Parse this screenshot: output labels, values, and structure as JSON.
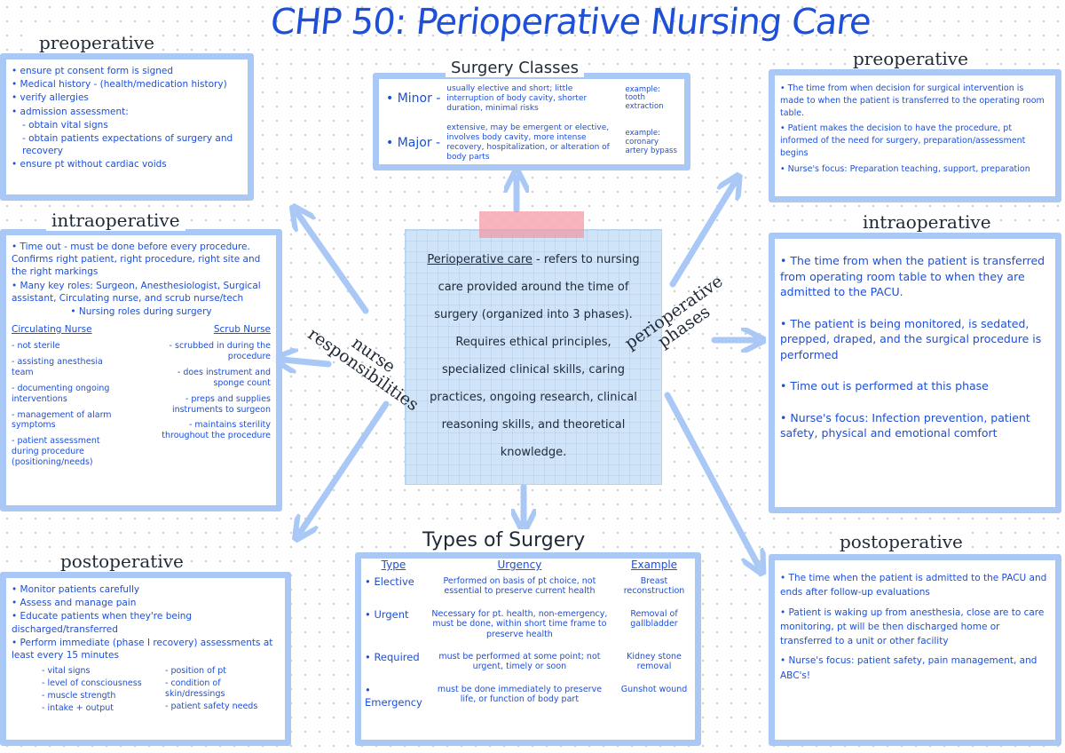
{
  "title": "CHP 50: Perioperative Nursing Care",
  "center": {
    "term": "Perioperative care",
    "definition": " - refers to nursing care provided around the time of surgery (organized into 3 phases). Requires ethical principles, specialized clinical skills, caring practices, ongoing research, clinical reasoning skills, and theoretical knowledge."
  },
  "labels": {
    "nurse_responsibilities": "nurse responsibilities",
    "perioperative_phases": "perioperative phases"
  },
  "left_preoperative": {
    "heading": "preoperative",
    "items": [
      "• ensure pt consent form is signed",
      "• Medical history - (health/medication history)",
      "• verify allergies",
      "• admission assessment:",
      "- obtain vital signs",
      "- obtain patients expectations of surgery and recovery",
      "• ensure pt without cardiac voids"
    ]
  },
  "left_intraoperative": {
    "heading": "intraoperative",
    "items": [
      "• Time out - must be done before every procedure. Confirms right patient, right procedure, right site and the right markings",
      "• Many key roles: Surgeon, Anesthesiologist, Surgical assistant, Circulating nurse, and scrub nurse/tech",
      "• Nursing roles during surgery"
    ],
    "circulating": {
      "heading": "Circulating Nurse",
      "items": [
        "- not sterile",
        "- assisting anesthesia team",
        "- documenting ongoing interventions",
        "- management of alarm symptoms",
        "- patient assessment during procedure (positioning/needs)"
      ]
    },
    "scrub": {
      "heading": "Scrub Nurse",
      "items": [
        "- scrubbed in during the procedure",
        "- does instrument and sponge count",
        "- preps and supplies instruments to surgeon",
        "- maintains sterility throughout the procedure"
      ]
    }
  },
  "left_postoperative": {
    "heading": "postoperative",
    "items": [
      "• Monitor patients carefully",
      "• Assess and manage pain",
      "• Educate patients when they're being discharged/transferred",
      "• Perform immediate (phase I recovery) assessments at least every 15 minutes"
    ],
    "checklist_left": [
      "- vital signs",
      "- level of consciousness",
      "- muscle strength",
      "- intake + output"
    ],
    "checklist_right": [
      "- position of pt",
      "- condition of skin/dressings",
      "- patient safety needs"
    ]
  },
  "surgery_classes": {
    "heading": "Surgery Classes",
    "rows": [
      {
        "name": "• Minor -",
        "desc": "usually elective and short; little interruption of body cavity, shorter duration, minimal risks",
        "example": "example: tooth extraction"
      },
      {
        "name": "• Major -",
        "desc": "extensive, may be emergent or elective, involves body cavity, more intense recovery, hospitalization, or alteration of body parts",
        "example": "example: coronary artery bypass"
      }
    ]
  },
  "types_of_surgery": {
    "heading": "Types of Surgery",
    "columns": [
      "Type",
      "Urgency",
      "Example"
    ],
    "rows": [
      {
        "type": "• Elective",
        "urgency": "Performed on basis of pt choice, not essential to preserve current health",
        "example": "Breast reconstruction"
      },
      {
        "type": "• Urgent",
        "urgency": "Necessary for pt. health, non-emergency, must be done, within short time frame to preserve health",
        "example": "Removal of gallbladder"
      },
      {
        "type": "• Required",
        "urgency": "must be performed at some point; not urgent, timely or soon",
        "example": "Kidney stone removal"
      },
      {
        "type": "• Emergency",
        "urgency": "must be done immediately to preserve life, or function of body part",
        "example": "Gunshot wound"
      }
    ]
  },
  "right_preoperative": {
    "heading": "preoperative",
    "items": [
      "• The time from when decision for surgical intervention is made to when the patient is transferred to the operating room table.",
      "• Patient makes the decision to have the procedure, pt informed of the need for surgery, preparation/assessment begins",
      "• Nurse's focus: Preparation teaching, support, preparation"
    ]
  },
  "right_intraoperative": {
    "heading": "intraoperative",
    "items": [
      "• The time from when the patient is transferred from operating room table to when they are admitted to the PACU.",
      "• The patient is being monitored, is sedated, prepped, draped, and the surgical procedure is performed",
      "• Time out is performed at this phase",
      "• Nurse's focus: Infection prevention, patient safety, physical and emotional comfort"
    ]
  },
  "right_postoperative": {
    "heading": "postoperative",
    "items": [
      "• The time when the patient is admitted to the PACU and ends after follow-up evaluations",
      "• Patient is waking up from anesthesia, close are to care monitoring, pt will be then discharged home or transferred to a unit or other facility",
      "• Nurse's focus: patient safety, pain management, and ABC's!"
    ]
  }
}
